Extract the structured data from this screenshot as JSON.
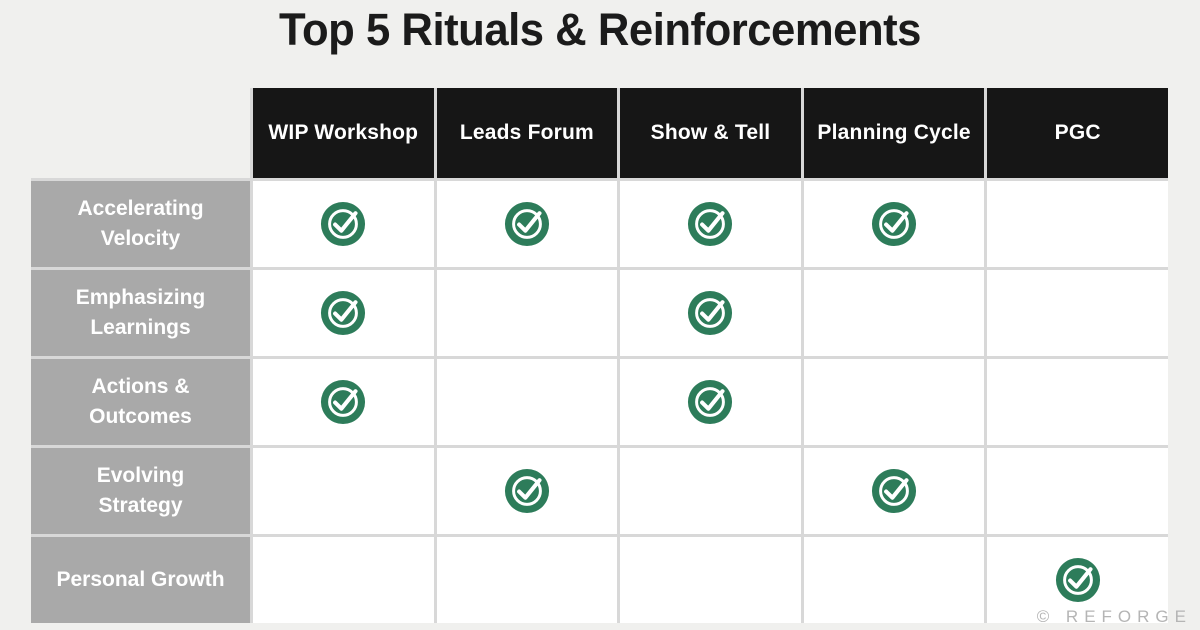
{
  "page": {
    "title": "Top 5 Rituals & Reinforcements"
  },
  "chart_data": {
    "type": "table",
    "title": "Top 5 Rituals & Reinforcements",
    "columns": [
      "WIP Workshop",
      "Leads Forum",
      "Show & Tell",
      "Planning Cycle",
      "PGC"
    ],
    "rows": [
      {
        "label": "Accelerating Velocity",
        "checks": [
          true,
          true,
          true,
          true,
          false
        ]
      },
      {
        "label": "Emphasizing Learnings",
        "checks": [
          true,
          false,
          true,
          false,
          false
        ]
      },
      {
        "label": "Actions & Outcomes",
        "checks": [
          true,
          false,
          true,
          false,
          false
        ]
      },
      {
        "label": "Evolving Strategy",
        "checks": [
          false,
          true,
          false,
          true,
          false
        ]
      },
      {
        "label": "Personal Growth",
        "checks": [
          false,
          false,
          false,
          false,
          true
        ]
      }
    ],
    "check_icon": "check-circle-icon",
    "layout_hints": {
      "grid": "on",
      "header_position": "top",
      "row_labels_position": "left"
    }
  },
  "colors": {
    "page_bg": "#f0f0ee",
    "title_text": "#1b1b1b",
    "header_bg": "#161616",
    "header_text": "#ffffff",
    "row_label_bg": "#a9a9a9",
    "row_label_text": "#ffffff",
    "cell_bg": "#ffffff",
    "gridline": "#d8d8d8",
    "check_green": "#2d7c5a",
    "check_mark": "#ffffff",
    "watermark_text": "#b5b5b5"
  },
  "footer": {
    "watermark": "© REFORGE"
  }
}
